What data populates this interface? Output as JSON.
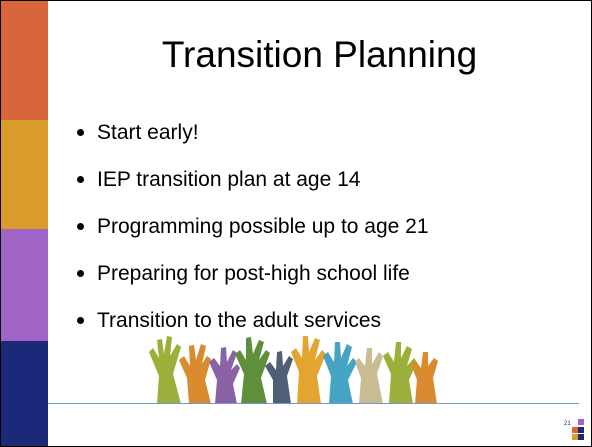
{
  "slide": {
    "title": "Transition Planning",
    "bullets": [
      "Start early!",
      "IEP transition plan at age 14",
      "Programming possible up to age 21",
      "Preparing for post-high school life",
      "Transition to the adult services"
    ],
    "slide_number": "21",
    "hands_image": "raised-hands-illustration"
  },
  "colors": {
    "sidebar": [
      "#d8663a",
      "#d99c2b",
      "#a065c7",
      "#1a2a78"
    ],
    "rule": "#7a96c8",
    "hands": [
      "#9bb03a",
      "#d98b2e",
      "#8a63a6",
      "#5f8f3b",
      "#4f5f75",
      "#e3a52f",
      "#45a3c4",
      "#c8bd92"
    ],
    "corner_squares": [
      "#a065c7",
      "#d8663a",
      "#1a2a78",
      "#d99c2b",
      "#1a2a78"
    ]
  }
}
